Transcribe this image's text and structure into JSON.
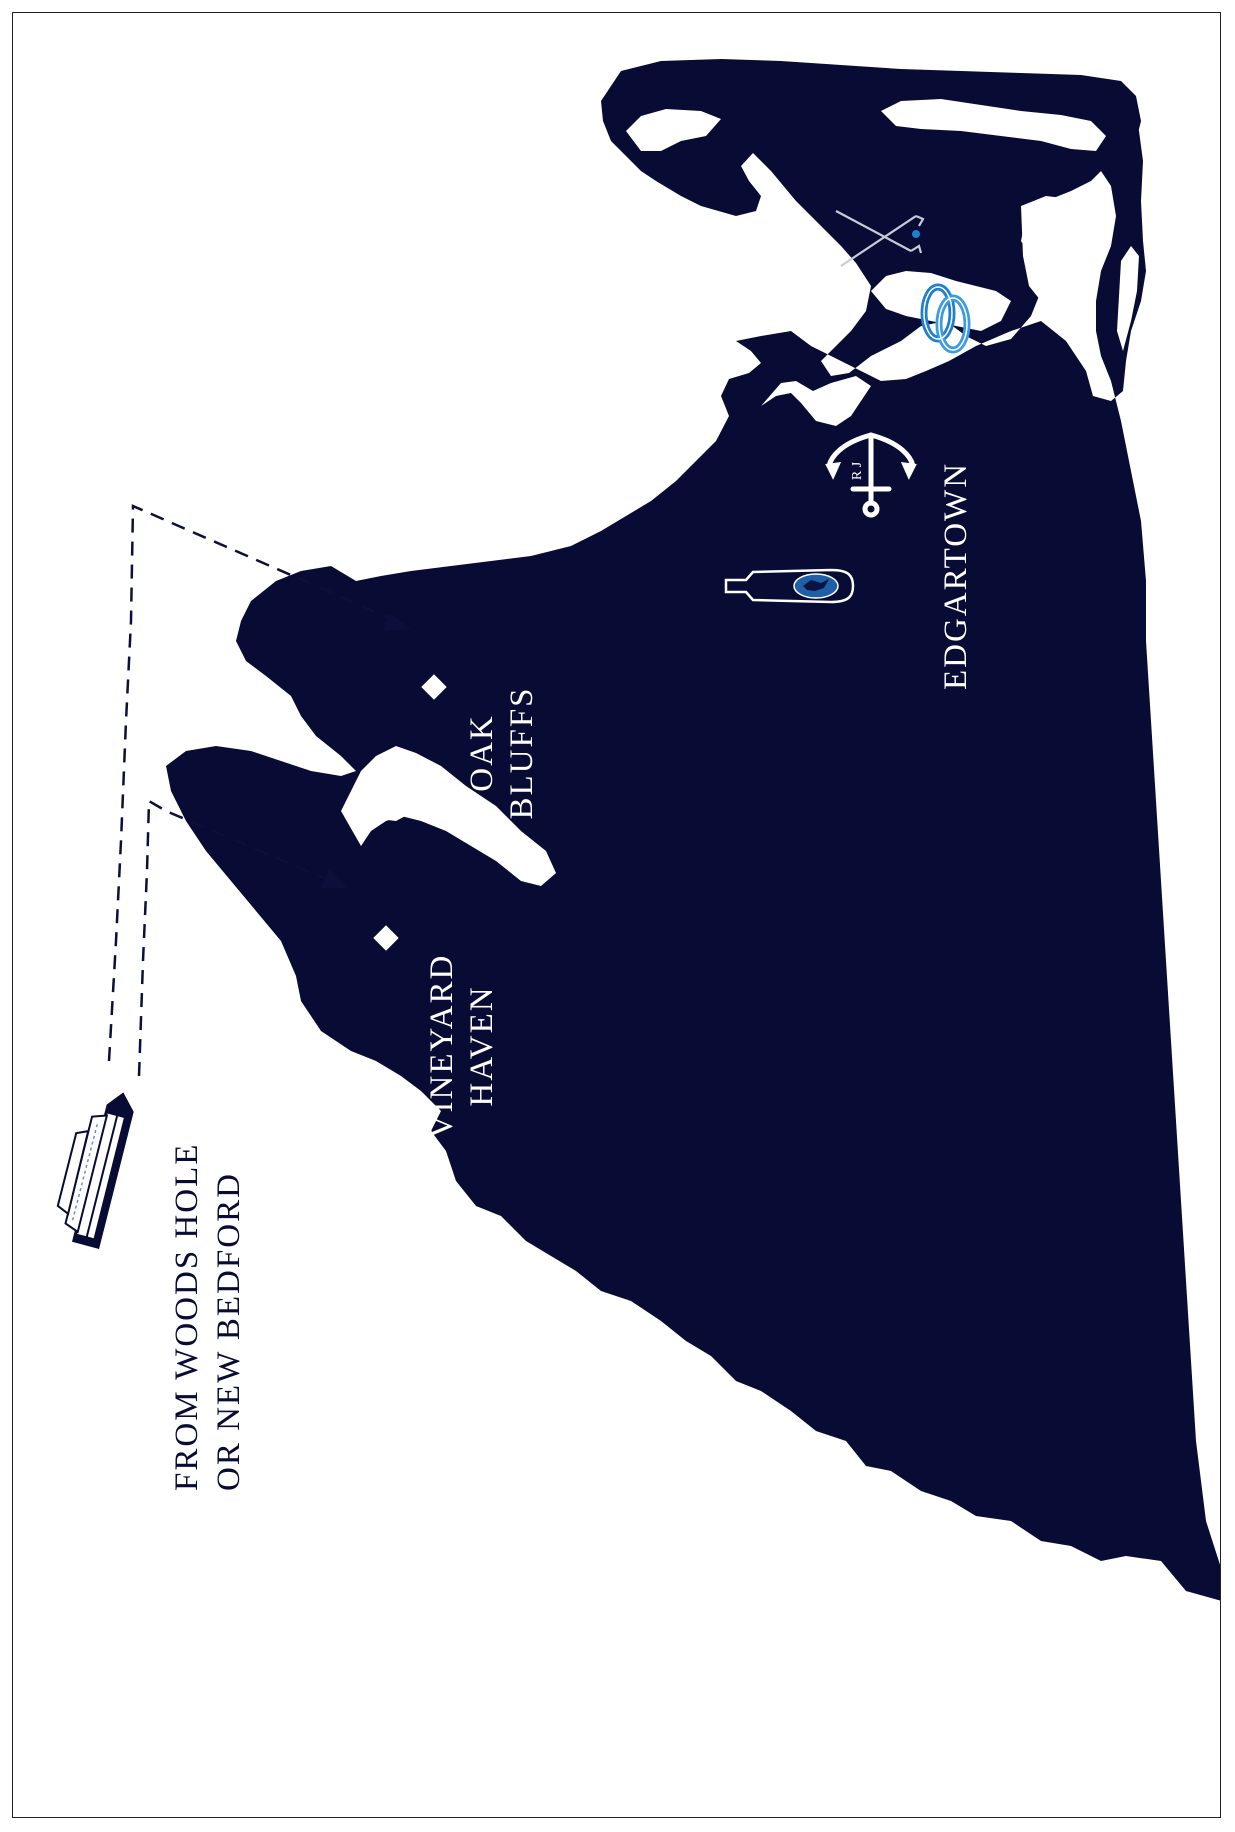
{
  "colors": {
    "island": "#080b33",
    "water": "#ffffff",
    "route": "#0b0f3a",
    "accent_blue": "#1f7fcf",
    "border": "#222222"
  },
  "ferry": {
    "label_line1": "FROM WOODS HOLE",
    "label_line2": "OR NEW BEDFORD",
    "icon": "ferry-boat-icon"
  },
  "towns": {
    "vineyard_haven": {
      "line1": "VINEYARD",
      "line2": "HAVEN",
      "marker": "diamond-marker"
    },
    "oak_bluffs": {
      "line1": "OAK",
      "line2": "BLUFFS",
      "marker": "diamond-marker"
    },
    "edgartown": {
      "line1": "EDGARTOWN"
    }
  },
  "points_of_interest": {
    "anchor_monogram": "R J",
    "icons": [
      "anchor-icon",
      "beer-bottle-icon",
      "golf-clubs-icon",
      "wedding-rings-icon"
    ]
  }
}
